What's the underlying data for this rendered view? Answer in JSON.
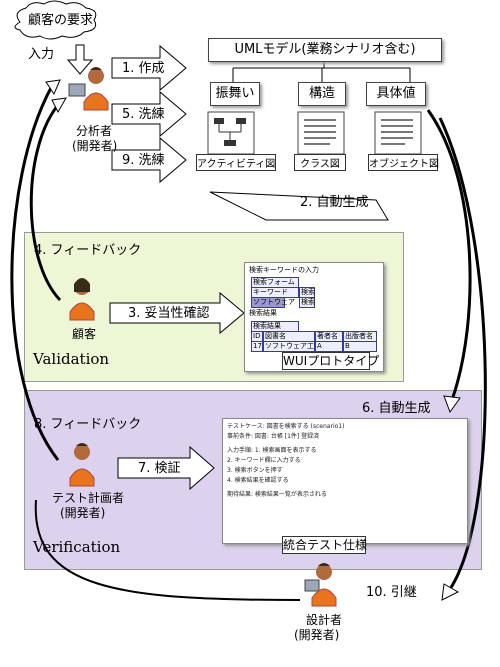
{
  "diagram": {
    "requirement_cloud": "顧客の要求",
    "input_label": "入力",
    "actors": {
      "analyst": {
        "line1": "分析者",
        "line2": "(開発者)"
      },
      "customer": {
        "line1": "顧客"
      },
      "tester": {
        "line1": "テスト計画者",
        "line2": "(開発者)"
      },
      "designer": {
        "line1": "設計者",
        "line2": "(開発者)"
      }
    },
    "steps": {
      "create": "1. 作成",
      "auto_gen_1": "2. 自動生成",
      "validate": "3. 妥当性確認",
      "feedback_customer": "4. フィードバック",
      "refine_1": "5. 洗練",
      "auto_gen_2": "6. 自動生成",
      "verify": "7. 検証",
      "feedback_tester": "8. フィードバック",
      "refine_2": "9. 洗練",
      "handover": "10. 引継"
    },
    "uml": {
      "title": "UMLモデル(業務シナリオ含む)",
      "categories": [
        "振舞い",
        "構造",
        "具体値"
      ],
      "diagrams": [
        "アクティビティ図",
        "クラス図",
        "オブジェクト図"
      ]
    },
    "regions": {
      "validation": "Validation",
      "verification": "Verification"
    },
    "wui": {
      "label": "WUIプロトタイプ",
      "search_title": "検索キーワードの入力",
      "search_form": "検索フォーム",
      "keyword": "キーワード",
      "search_btn": "検索",
      "software_value": "ソフトウェア",
      "results_title": "検索結果",
      "results_header": "検索結果",
      "columns": [
        "ID",
        "図書名",
        "著者名",
        "出版者名"
      ],
      "row": [
        "17",
        "ソフトウェア工学",
        "A",
        "B"
      ]
    },
    "test_spec": {
      "label": "統合テスト仕様",
      "lines": [
        "テストケース: 図書を検索する (scenario1)",
        "事前条件: 図書: 台帳 [1件] 登録済",
        "入力手順: 1. 検索画面を表示する",
        "2. キーワード欄に入力する",
        "3. 検索ボタンを押す",
        "4. 検索結果を確認する",
        "期待結果: 検索結果一覧が表示される"
      ]
    }
  }
}
